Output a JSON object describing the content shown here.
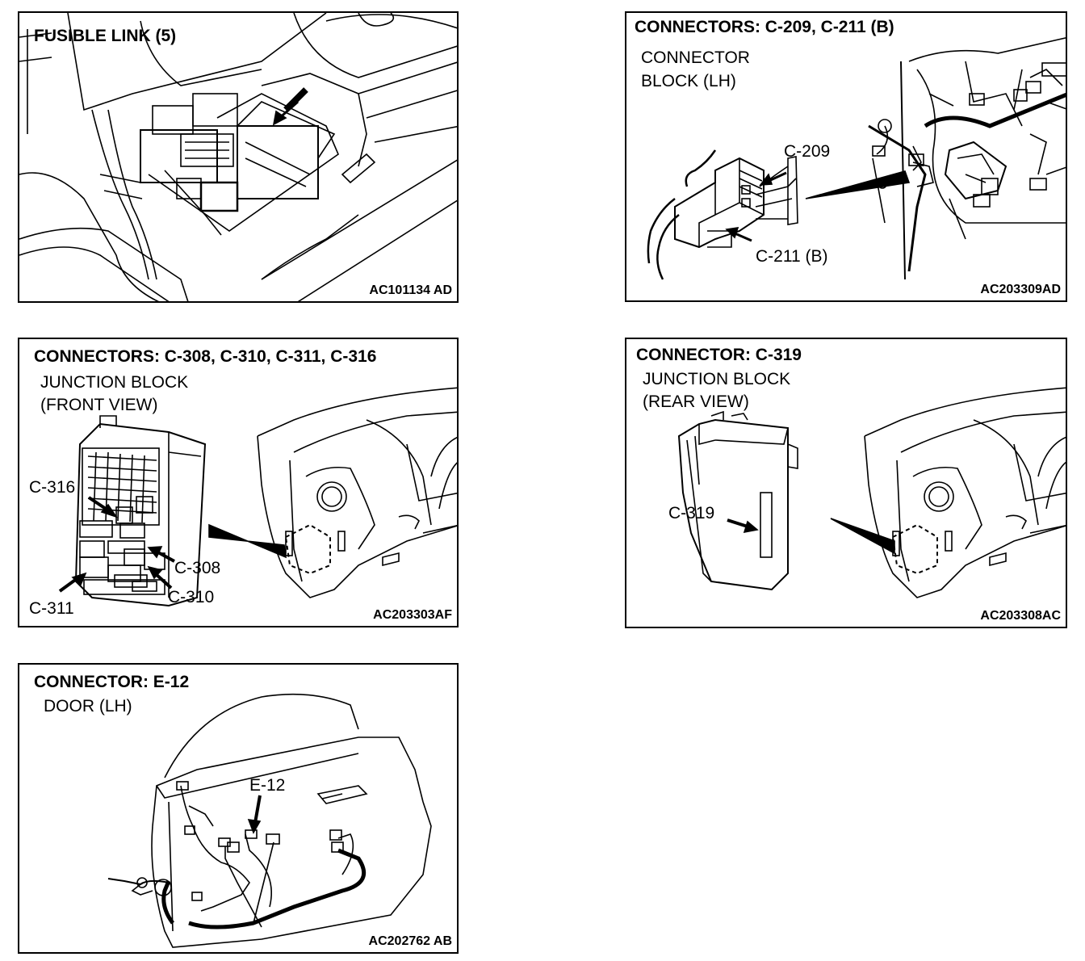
{
  "panels": [
    {
      "title": "FUSIBLE LINK (5)",
      "subtitle": [],
      "code": "AC101134 AD",
      "labels": []
    },
    {
      "title": "CONNECTORS: C-209, C-211 (B)",
      "subtitle": [
        "CONNECTOR",
        "BLOCK (LH)"
      ],
      "code": "AC203309AD",
      "labels": [
        "C-209",
        "C-211 (B)"
      ]
    },
    {
      "title": "CONNECTORS: C-308, C-310, C-311, C-316",
      "subtitle": [
        "JUNCTION BLOCK",
        "(FRONT VIEW)"
      ],
      "code": "AC203303AF",
      "labels": [
        "C-316",
        "C-308",
        "C-310",
        "C-311"
      ]
    },
    {
      "title": "CONNECTOR: C-319",
      "subtitle": [
        "JUNCTION BLOCK",
        "(REAR VIEW)"
      ],
      "code": "AC203308AC",
      "labels": [
        "C-319"
      ]
    },
    {
      "title": "CONNECTOR: E-12",
      "subtitle": [
        "DOOR (LH)"
      ],
      "code": "AC202762 AB",
      "labels": [
        "E-12"
      ]
    }
  ]
}
